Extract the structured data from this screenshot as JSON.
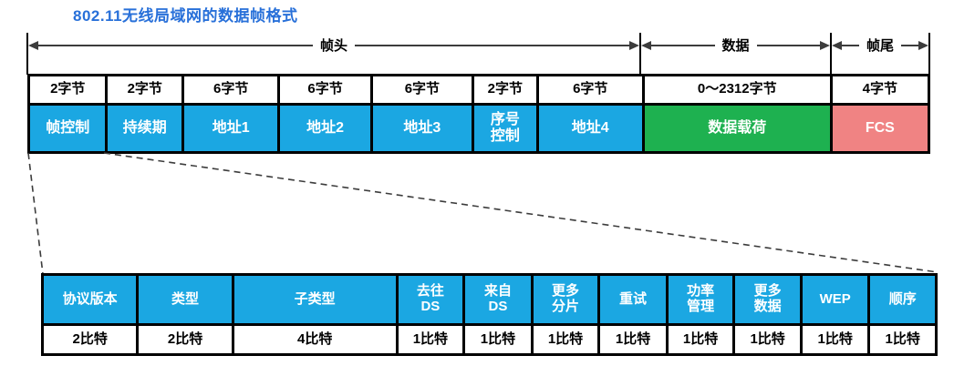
{
  "title": "802.11无线局域网的数据帧格式",
  "colors": {
    "blue": "#1BA7E2",
    "green": "#1EB150",
    "coral": "#F08383",
    "title_blue": "#2870D9",
    "arrow": "#3C3C3C"
  },
  "spans": [
    {
      "label": "帧头"
    },
    {
      "label": "数据"
    },
    {
      "label": "帧尾"
    }
  ],
  "top_table": {
    "columns": [
      {
        "size": "2字节",
        "label": "帧控制",
        "color": "blue"
      },
      {
        "size": "2字节",
        "label": "持续期",
        "color": "blue"
      },
      {
        "size": "6字节",
        "label": "地址1",
        "color": "blue"
      },
      {
        "size": "6字节",
        "label": "地址2",
        "color": "blue"
      },
      {
        "size": "6字节",
        "label": "地址3",
        "color": "blue"
      },
      {
        "size": "2字节",
        "label": "序号\n控制",
        "color": "blue"
      },
      {
        "size": "6字节",
        "label": "地址4",
        "color": "blue"
      },
      {
        "size": "0～2312字节",
        "label": "数据载荷",
        "color": "green"
      },
      {
        "size": "4字节",
        "label": "FCS",
        "color": "coral"
      }
    ]
  },
  "bottom_table": {
    "columns": [
      {
        "label": "协议版本",
        "size": "2比特",
        "color": "blue"
      },
      {
        "label": "类型",
        "size": "2比特",
        "color": "blue"
      },
      {
        "label": "子类型",
        "size": "4比特",
        "color": "blue"
      },
      {
        "label": "去往\nDS",
        "size": "1比特",
        "color": "blue"
      },
      {
        "label": "来自\nDS",
        "size": "1比特",
        "color": "blue"
      },
      {
        "label": "更多\n分片",
        "size": "1比特",
        "color": "blue"
      },
      {
        "label": "重试",
        "size": "1比特",
        "color": "blue"
      },
      {
        "label": "功率\n管理",
        "size": "1比特",
        "color": "blue"
      },
      {
        "label": "更多\n数据",
        "size": "1比特",
        "color": "blue"
      },
      {
        "label": "WEP",
        "size": "1比特",
        "color": "blue"
      },
      {
        "label": "顺序",
        "size": "1比特",
        "color": "blue"
      }
    ]
  }
}
